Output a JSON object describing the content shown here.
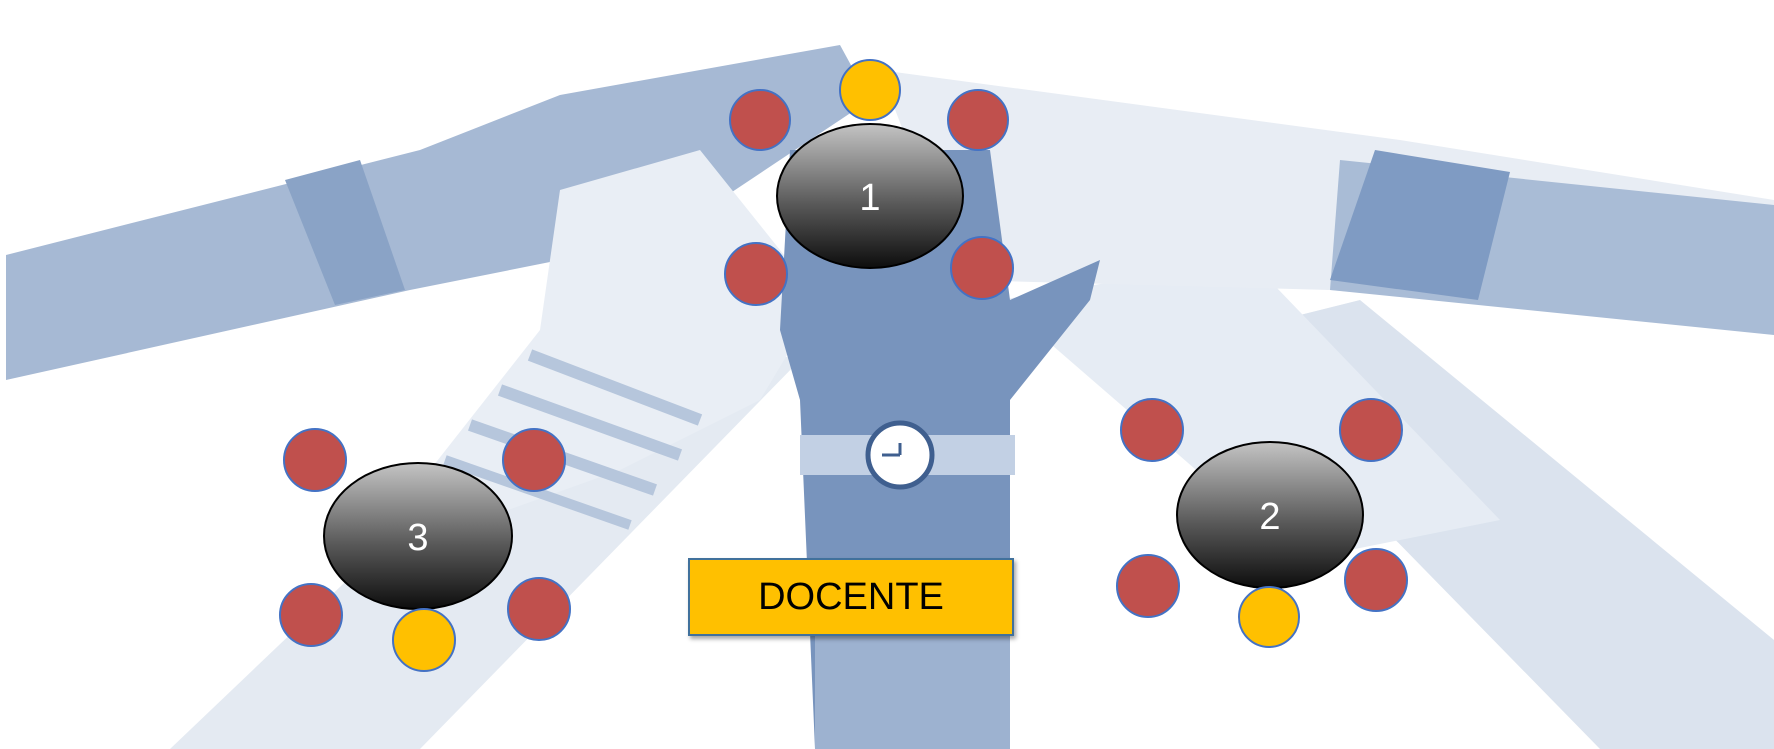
{
  "diagram": {
    "teacher_label": "DOCENTE",
    "tables": [
      {
        "label": "1"
      },
      {
        "label": "2"
      },
      {
        "label": "3"
      }
    ]
  },
  "colors": {
    "student_seat": "#c0504d",
    "leader_seat": "#ffc000",
    "seat_outline": "#4472c4",
    "table_top": "#bfbfbf",
    "table_bottom": "#0d0d0d",
    "teacher_box": "#ffc000",
    "background_hands_dark": "#7d99c1",
    "background_hands_light": "#dde5ef"
  }
}
